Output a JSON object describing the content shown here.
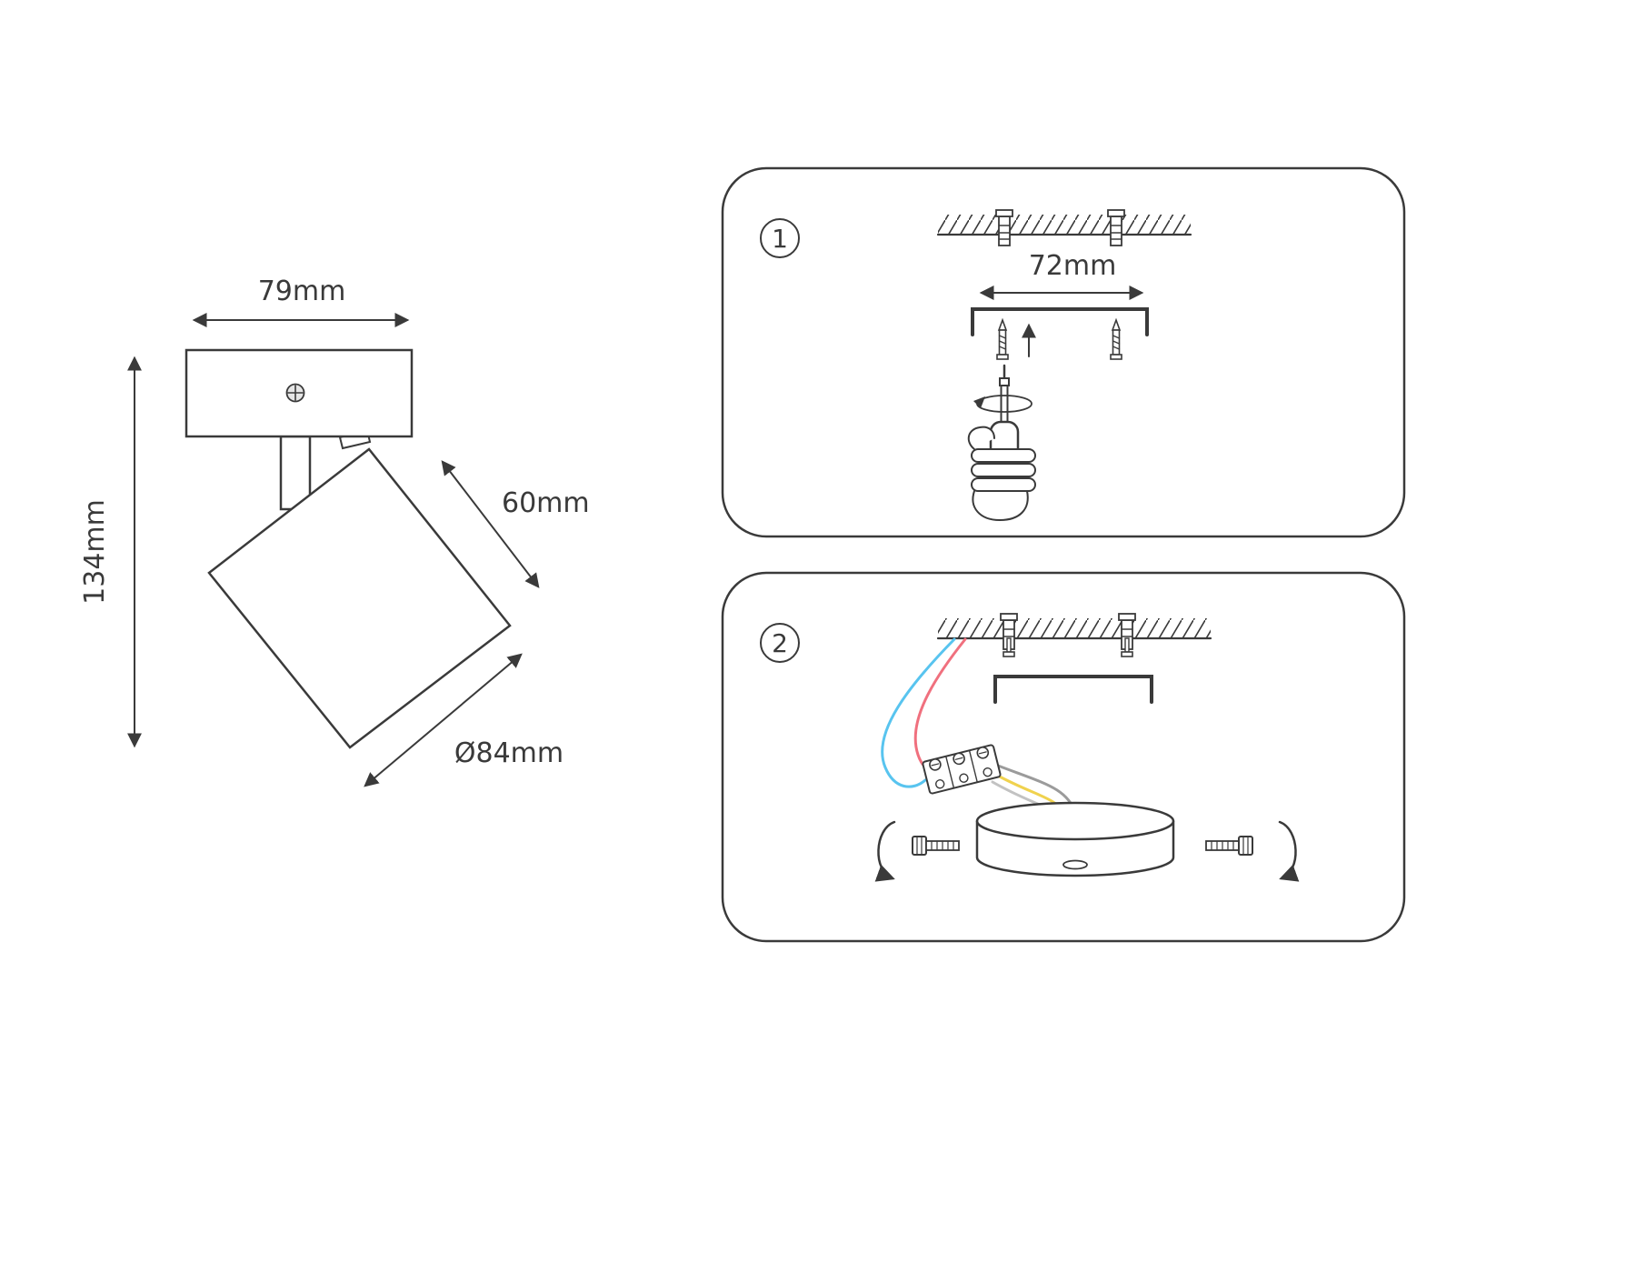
{
  "colors": {
    "line": "#3a3a3a",
    "wire_red": "#f0707e",
    "wire_blue": "#58c4ef",
    "wire_yellow": "#f0d24e",
    "wire_gray": "#9b9b9b",
    "wire_gray_light": "#c2c2c2"
  },
  "dimension_drawing": {
    "plate_width": "79mm",
    "fixture_height": "134mm",
    "head_depth": "60mm",
    "head_diameter": "Ø84mm"
  },
  "step1": {
    "number": "1",
    "hole_spacing": "72mm"
  },
  "step2": {
    "number": "2"
  }
}
